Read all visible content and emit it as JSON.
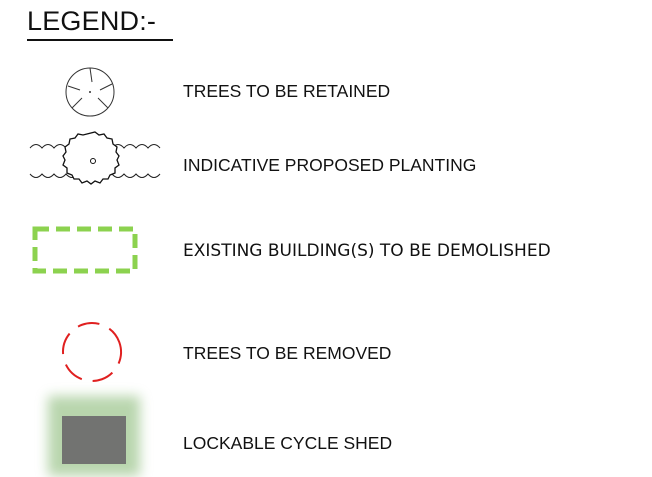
{
  "legend": {
    "title": "LEGEND:-",
    "items": [
      {
        "icon": "retained-tree-icon",
        "label": "TREES TO BE RETAINED"
      },
      {
        "icon": "proposed-planting-icon",
        "label": "INDICATIVE PROPOSED PLANTING"
      },
      {
        "icon": "demolished-building-icon",
        "label": "EXISTING BUILDING(S) TO BE DEMOLISHED",
        "color": "#8CD24F"
      },
      {
        "icon": "removed-tree-icon",
        "label": "TREES TO BE REMOVED",
        "color": "#E02020"
      },
      {
        "icon": "cycle-shed-icon",
        "label": "LOCKABLE CYCLE SHED",
        "color": "#6E6E6E",
        "glow": "#7FB46A"
      }
    ]
  }
}
